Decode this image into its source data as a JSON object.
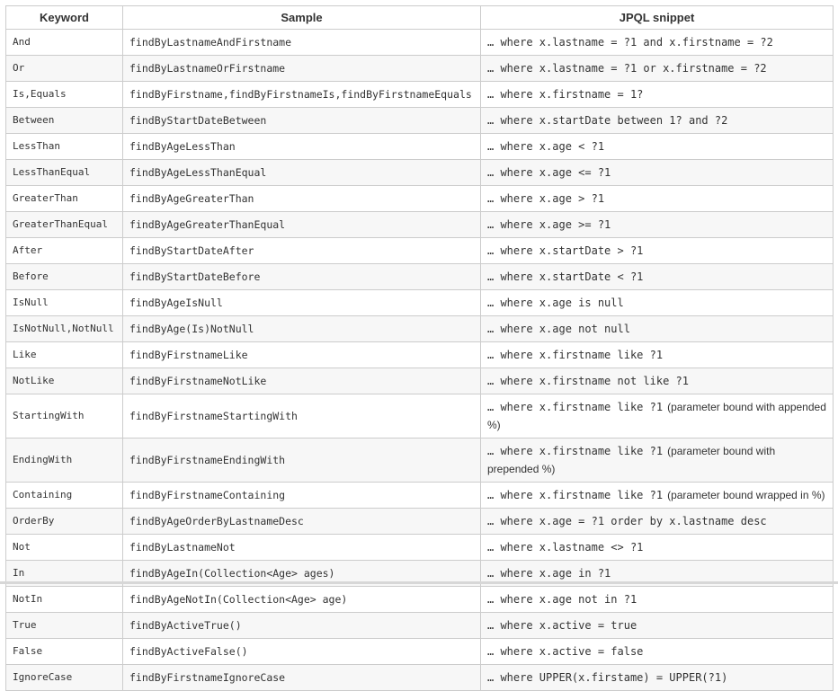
{
  "colors": {
    "border": "#cccccc",
    "stripe": "#f7f7f7",
    "text": "#333333",
    "background": "#ffffff"
  },
  "table": {
    "headers": [
      "Keyword",
      "Sample",
      "JPQL snippet"
    ],
    "rows": [
      {
        "keyword": "And",
        "sample": "findByLastnameAndFirstname",
        "code": "… where x.lastname = ?1 and x.firstname = ?2",
        "note": ""
      },
      {
        "keyword": "Or",
        "sample": "findByLastnameOrFirstname",
        "code": "… where x.lastname = ?1 or x.firstname = ?2",
        "note": ""
      },
      {
        "keyword": "Is,Equals",
        "sample": "findByFirstname,findByFirstnameIs,findByFirstnameEquals",
        "code": "… where x.firstname = 1?",
        "note": ""
      },
      {
        "keyword": "Between",
        "sample": "findByStartDateBetween",
        "code": "… where x.startDate between 1? and ?2",
        "note": ""
      },
      {
        "keyword": "LessThan",
        "sample": "findByAgeLessThan",
        "code": "… where x.age < ?1",
        "note": ""
      },
      {
        "keyword": "LessThanEqual",
        "sample": "findByAgeLessThanEqual",
        "code": "… where x.age <= ?1",
        "note": ""
      },
      {
        "keyword": "GreaterThan",
        "sample": "findByAgeGreaterThan",
        "code": "… where x.age > ?1",
        "note": ""
      },
      {
        "keyword": "GreaterThanEqual",
        "sample": "findByAgeGreaterThanEqual",
        "code": "… where x.age >= ?1",
        "note": ""
      },
      {
        "keyword": "After",
        "sample": "findByStartDateAfter",
        "code": "… where x.startDate > ?1",
        "note": ""
      },
      {
        "keyword": "Before",
        "sample": "findByStartDateBefore",
        "code": "… where x.startDate < ?1",
        "note": ""
      },
      {
        "keyword": "IsNull",
        "sample": "findByAgeIsNull",
        "code": "… where x.age is null",
        "note": ""
      },
      {
        "keyword": "IsNotNull,NotNull",
        "sample": "findByAge(Is)NotNull",
        "code": "… where x.age not null",
        "note": ""
      },
      {
        "keyword": "Like",
        "sample": "findByFirstnameLike",
        "code": "… where x.firstname like ?1",
        "note": ""
      },
      {
        "keyword": "NotLike",
        "sample": "findByFirstnameNotLike",
        "code": "… where x.firstname not like ?1",
        "note": ""
      },
      {
        "keyword": "StartingWith",
        "sample": "findByFirstnameStartingWith",
        "code": "… where x.firstname like ?1",
        "note": "(parameter bound with appended %)"
      },
      {
        "keyword": "EndingWith",
        "sample": "findByFirstnameEndingWith",
        "code": "… where x.firstname like ?1",
        "note": "(parameter bound with prepended %)"
      },
      {
        "keyword": "Containing",
        "sample": "findByFirstnameContaining",
        "code": "… where x.firstname like ?1",
        "note": "(parameter bound wrapped in %)"
      },
      {
        "keyword": "OrderBy",
        "sample": "findByAgeOrderByLastnameDesc",
        "code": "… where x.age = ?1 order by x.lastname desc",
        "note": ""
      },
      {
        "keyword": "Not",
        "sample": "findByLastnameNot",
        "code": "… where x.lastname <> ?1",
        "note": ""
      },
      {
        "keyword": "In",
        "sample": "findByAgeIn(Collection<Age> ages)",
        "code": "… where x.age in ?1",
        "note": ""
      },
      {
        "keyword": "NotIn",
        "sample": "findByAgeNotIn(Collection<Age> age)",
        "code": "… where x.age not in ?1",
        "note": ""
      },
      {
        "keyword": "True",
        "sample": "findByActiveTrue()",
        "code": "… where x.active = true",
        "note": ""
      },
      {
        "keyword": "False",
        "sample": "findByActiveFalse()",
        "code": "… where x.active = false",
        "note": ""
      },
      {
        "keyword": "IgnoreCase",
        "sample": "findByFirstnameIgnoreCase",
        "code": "… where UPPER(x.firstame) = UPPER(?1)",
        "note": ""
      }
    ]
  }
}
